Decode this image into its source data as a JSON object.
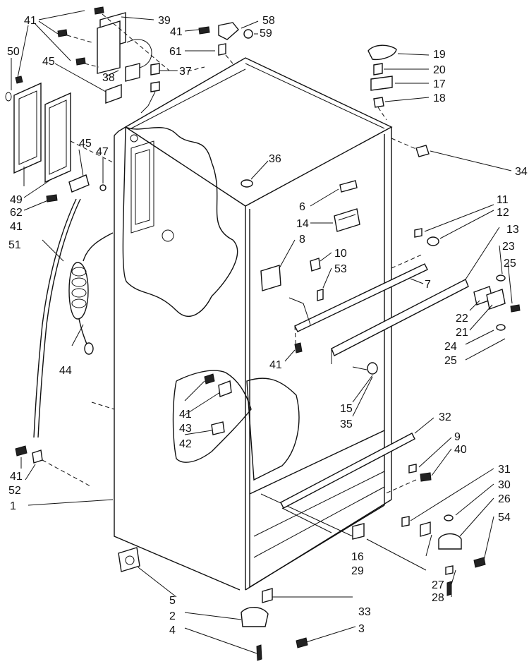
{
  "labels": {
    "p1": "1",
    "p2": "2",
    "p3": "3",
    "p4": "4",
    "p5": "5",
    "p6": "6",
    "p7": "7",
    "p8": "8",
    "p9": "9",
    "p10": "10",
    "p11": "11",
    "p12": "12",
    "p13": "13",
    "p14": "14",
    "p15": "15",
    "p16": "16",
    "p17": "17",
    "p18": "18",
    "p19": "19",
    "p20": "20",
    "p21": "21",
    "p22": "22",
    "p23": "23",
    "p24": "24",
    "p25a": "25",
    "p25b": "25",
    "p26": "26",
    "p27": "27",
    "p28": "28",
    "p29": "29",
    "p30": "30",
    "p31": "31",
    "p32": "32",
    "p33": "33",
    "p34": "34",
    "p35": "35",
    "p36": "36",
    "p37": "37",
    "p38": "38",
    "p39": "39",
    "p40": "40",
    "p41a": "41",
    "p41b": "41",
    "p41c": "41",
    "p41d": "41",
    "p41e": "41",
    "p41f": "41",
    "p42": "42",
    "p43": "43",
    "p44": "44",
    "p45a": "45",
    "p45b": "45",
    "p47": "47",
    "p49": "49",
    "p50": "50",
    "p51": "51",
    "p52": "52",
    "p53": "53",
    "p54": "54",
    "p58": "58",
    "p59": "59",
    "p61": "61",
    "p62": "62"
  }
}
